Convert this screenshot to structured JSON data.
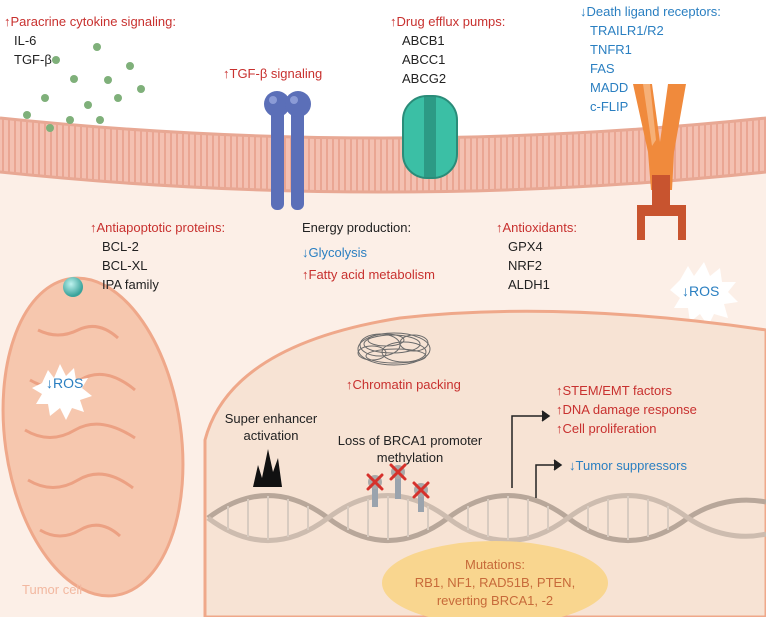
{
  "colors": {
    "red": "#c8312f",
    "blue": "#2a7fc1",
    "membrane": "#f2b8a8",
    "cytoplasm": "#fbeee6",
    "nucleus": "#f7e4d6",
    "mutation_bg": "#f8d38a"
  },
  "icons": [
    "cytokine-dots",
    "tgf-beta-receptor",
    "efflux-pump",
    "death-receptor",
    "mitochondrion",
    "ros-burst",
    "chromatin",
    "enhancer-peaks",
    "dna-helix",
    "methylation-marks"
  ],
  "paracrine": {
    "title": "Paracrine cytokine signaling:",
    "items": [
      "IL-6",
      "TGF-β"
    ]
  },
  "tgf": {
    "title": "TGF-β signaling"
  },
  "efflux": {
    "title": "Drug efflux pumps:",
    "items": [
      "ABCB1",
      "ABCC1",
      "ABCG2"
    ]
  },
  "death": {
    "title": "Death ligand receptors:",
    "items": [
      "TRAILR1/R2",
      "TNFR1",
      "FAS",
      "MADD",
      "c-FLIP"
    ]
  },
  "antiapoptotic": {
    "title": "Antiapoptotic proteins:",
    "items": [
      "BCL-2",
      "BCL-XL",
      "IPA family"
    ]
  },
  "energy": {
    "title": "Energy production:",
    "glycolysis": "Glycolysis",
    "fatty_acid": "Fatty acid metabolism"
  },
  "antioxidants": {
    "title": "Antioxidants:",
    "items": [
      "GPX4",
      "NRF2",
      "ALDH1"
    ]
  },
  "ros_mito": "ROS",
  "ros_cell": "ROS",
  "chromatin": "Chromatin packing",
  "enhancer": "Super enhancer activation",
  "brca": "Loss of BRCA1 promoter methylation",
  "upregulated": [
    "STEM/EMT factors",
    "DNA damage response",
    "Cell proliferation"
  ],
  "tumor_suppressors": "Tumor suppressors",
  "mutations": {
    "title": "Mutations:",
    "lines": [
      "RB1, NF1, RAD51B, PTEN,",
      "reverting BRCA1, -2"
    ]
  },
  "cell_label": "Tumor cell"
}
